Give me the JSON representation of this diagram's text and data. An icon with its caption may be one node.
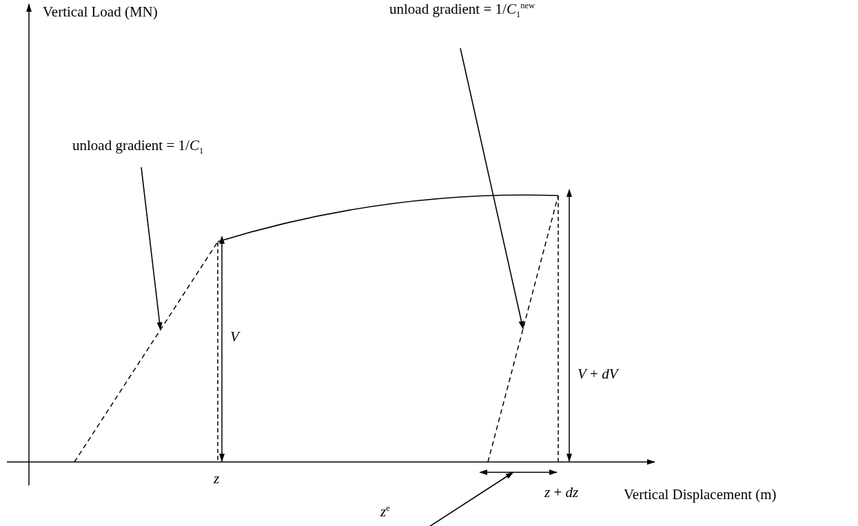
{
  "diagram": {
    "nodes": [
      {
        "text": [
          "unload gradient = 1/*C*$_{1}$"
        ]
      },
      {
        "text": [],
        "shape": "line"
      },
      {
        "text": [
          "unload gradient = 1/*C*$_{1}$$^{new}$"
        ]
      },
      {
        "text": [],
        "shape": "line"
      },
      {
        "text": [
          "*z*$^{e}$"
        ]
      },
      {
        "text": [],
        "shape": "line"
      }
    ],
    "edges": [
      {
        "from": 0,
        "to": 1,
        "arrow": "to"
      },
      {
        "from": 2,
        "to": 3,
        "arrow": "to"
      },
      {
        "from": 4,
        "to": 5,
        "arrow": "to"
      },
      {
        "from": 1,
        "to": 3,
        "arrow": "none"
      }
    ],
    "labels": [
      "Vertical Load (MN)",
      "V",
      "*V* + *dV*",
      "z",
      "*z* + *dz*",
      "Vertical Displacement (m)"
    ]
  }
}
